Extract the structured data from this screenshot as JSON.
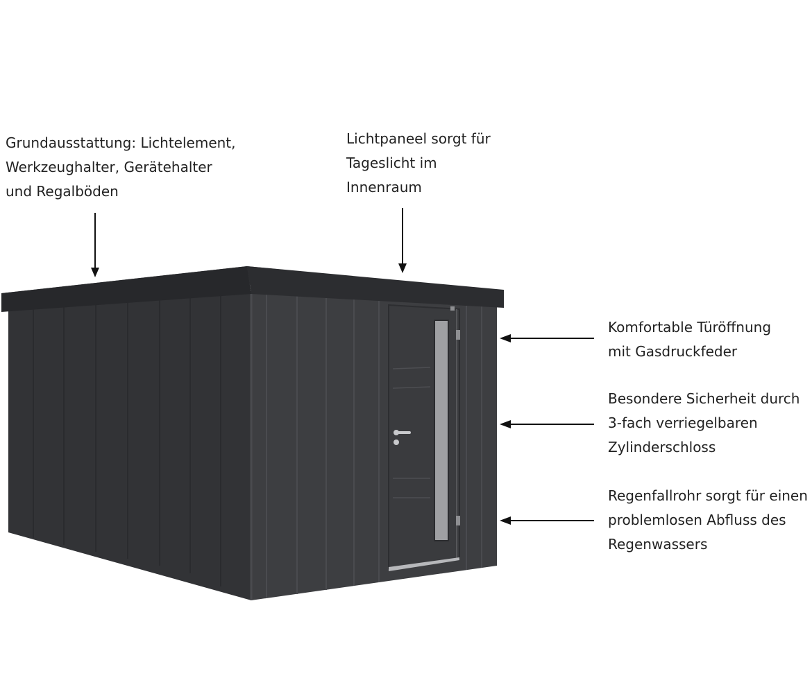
{
  "annotations": [
    {
      "id": "equipment",
      "lines": [
        "Grundausstattung: Lichtelement,",
        "Werkzeughalter, Gerätehalter",
        "und Regalböden"
      ]
    },
    {
      "id": "light-panel",
      "lines": [
        "Lichtpaneel sorgt für",
        "Tageslicht im",
        "Innenraum"
      ]
    },
    {
      "id": "door-opening",
      "lines": [
        "Komfortable Türöffnung",
        "mit Gasdruckfeder"
      ]
    },
    {
      "id": "security-lock",
      "lines": [
        "Besondere Sicherheit durch",
        "3-fach verriegelbaren",
        "Zylinderschloss"
      ]
    },
    {
      "id": "downpipe",
      "lines": [
        "Regenfallrohr sorgt für einen",
        "problemlosen Abfluss des",
        "Regenwassers"
      ]
    }
  ],
  "colors": {
    "background": "#ffffff",
    "text": "#222222",
    "arrow": "#111111",
    "shed_front": "#3d3e41",
    "shed_side": "#323336",
    "roof_edge": "#2c2d30",
    "seam": "#4a4b4f",
    "door_window": "#9fa0a3",
    "handle": "#c8c9cc"
  }
}
